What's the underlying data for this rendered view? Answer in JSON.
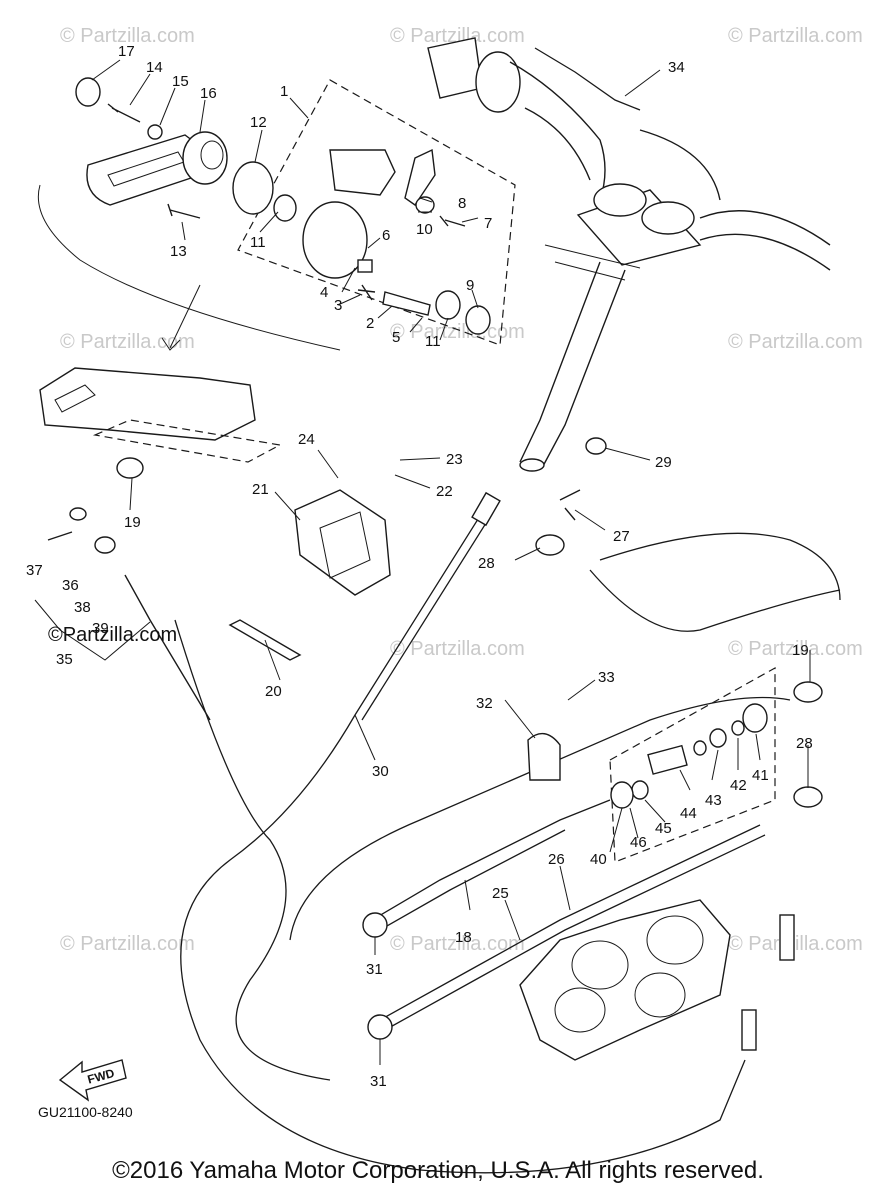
{
  "watermark": "© Partzilla.com",
  "watermark_mid": "©Partzilla.com",
  "ref_code": "GU21100-8240",
  "fwd_label": "FWD",
  "footer": "©2016  Yamaha Motor Corporation, U.S.A. All rights reserved.",
  "parts": {
    "p1": "1",
    "p2": "2",
    "p3": "3",
    "p4": "4",
    "p5": "5",
    "p6": "6",
    "p7": "7",
    "p8": "8",
    "p9": "9",
    "p10": "10",
    "p11a": "11",
    "p11b": "11",
    "p12": "12",
    "p13": "13",
    "p14": "14",
    "p15": "15",
    "p16": "16",
    "p17": "17",
    "p18": "18",
    "p19a": "19",
    "p19b": "19",
    "p20": "20",
    "p21": "21",
    "p22": "22",
    "p23": "23",
    "p24": "24",
    "p25": "25",
    "p26": "26",
    "p27": "27",
    "p28a": "28",
    "p28b": "28",
    "p29": "29",
    "p30": "30",
    "p31a": "31",
    "p31b": "31",
    "p32": "32",
    "p33": "33",
    "p34": "34",
    "p35": "35",
    "p36": "36",
    "p37": "37",
    "p38": "38",
    "p39": "39",
    "p40": "40",
    "p41": "41",
    "p42": "42",
    "p43": "43",
    "p44": "44",
    "p45": "45",
    "p46": "46"
  }
}
